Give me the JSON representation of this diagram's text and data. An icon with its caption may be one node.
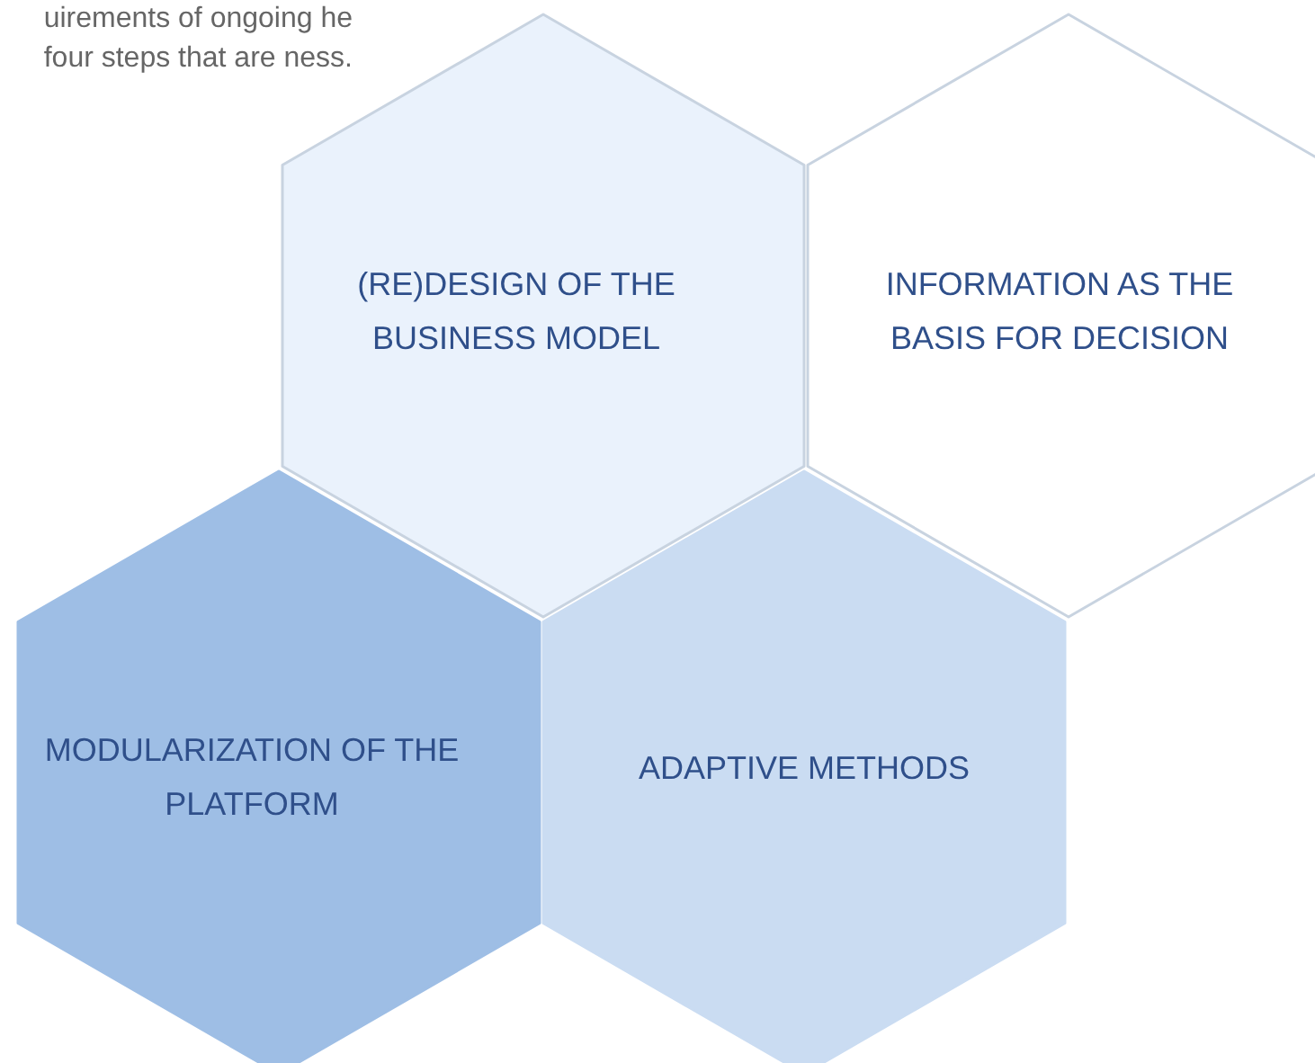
{
  "diagram": {
    "nodes": [
      {
        "text": [
          "(RE)DESIGN OF THE BUSINESS MODEL"
        ]
      },
      {
        "text": [
          "INFORMATION AS THE BASIS FOR DECISION"
        ]
      },
      {
        "text": [
          "MODULARIZATION OF THE PLATFORM"
        ]
      },
      {
        "text": [
          "ADAPTIVE METHODS"
        ]
      }
    ],
    "edges": [],
    "labels": [
      "uirements of ongoing he four steps that are ness."
    ]
  }
}
